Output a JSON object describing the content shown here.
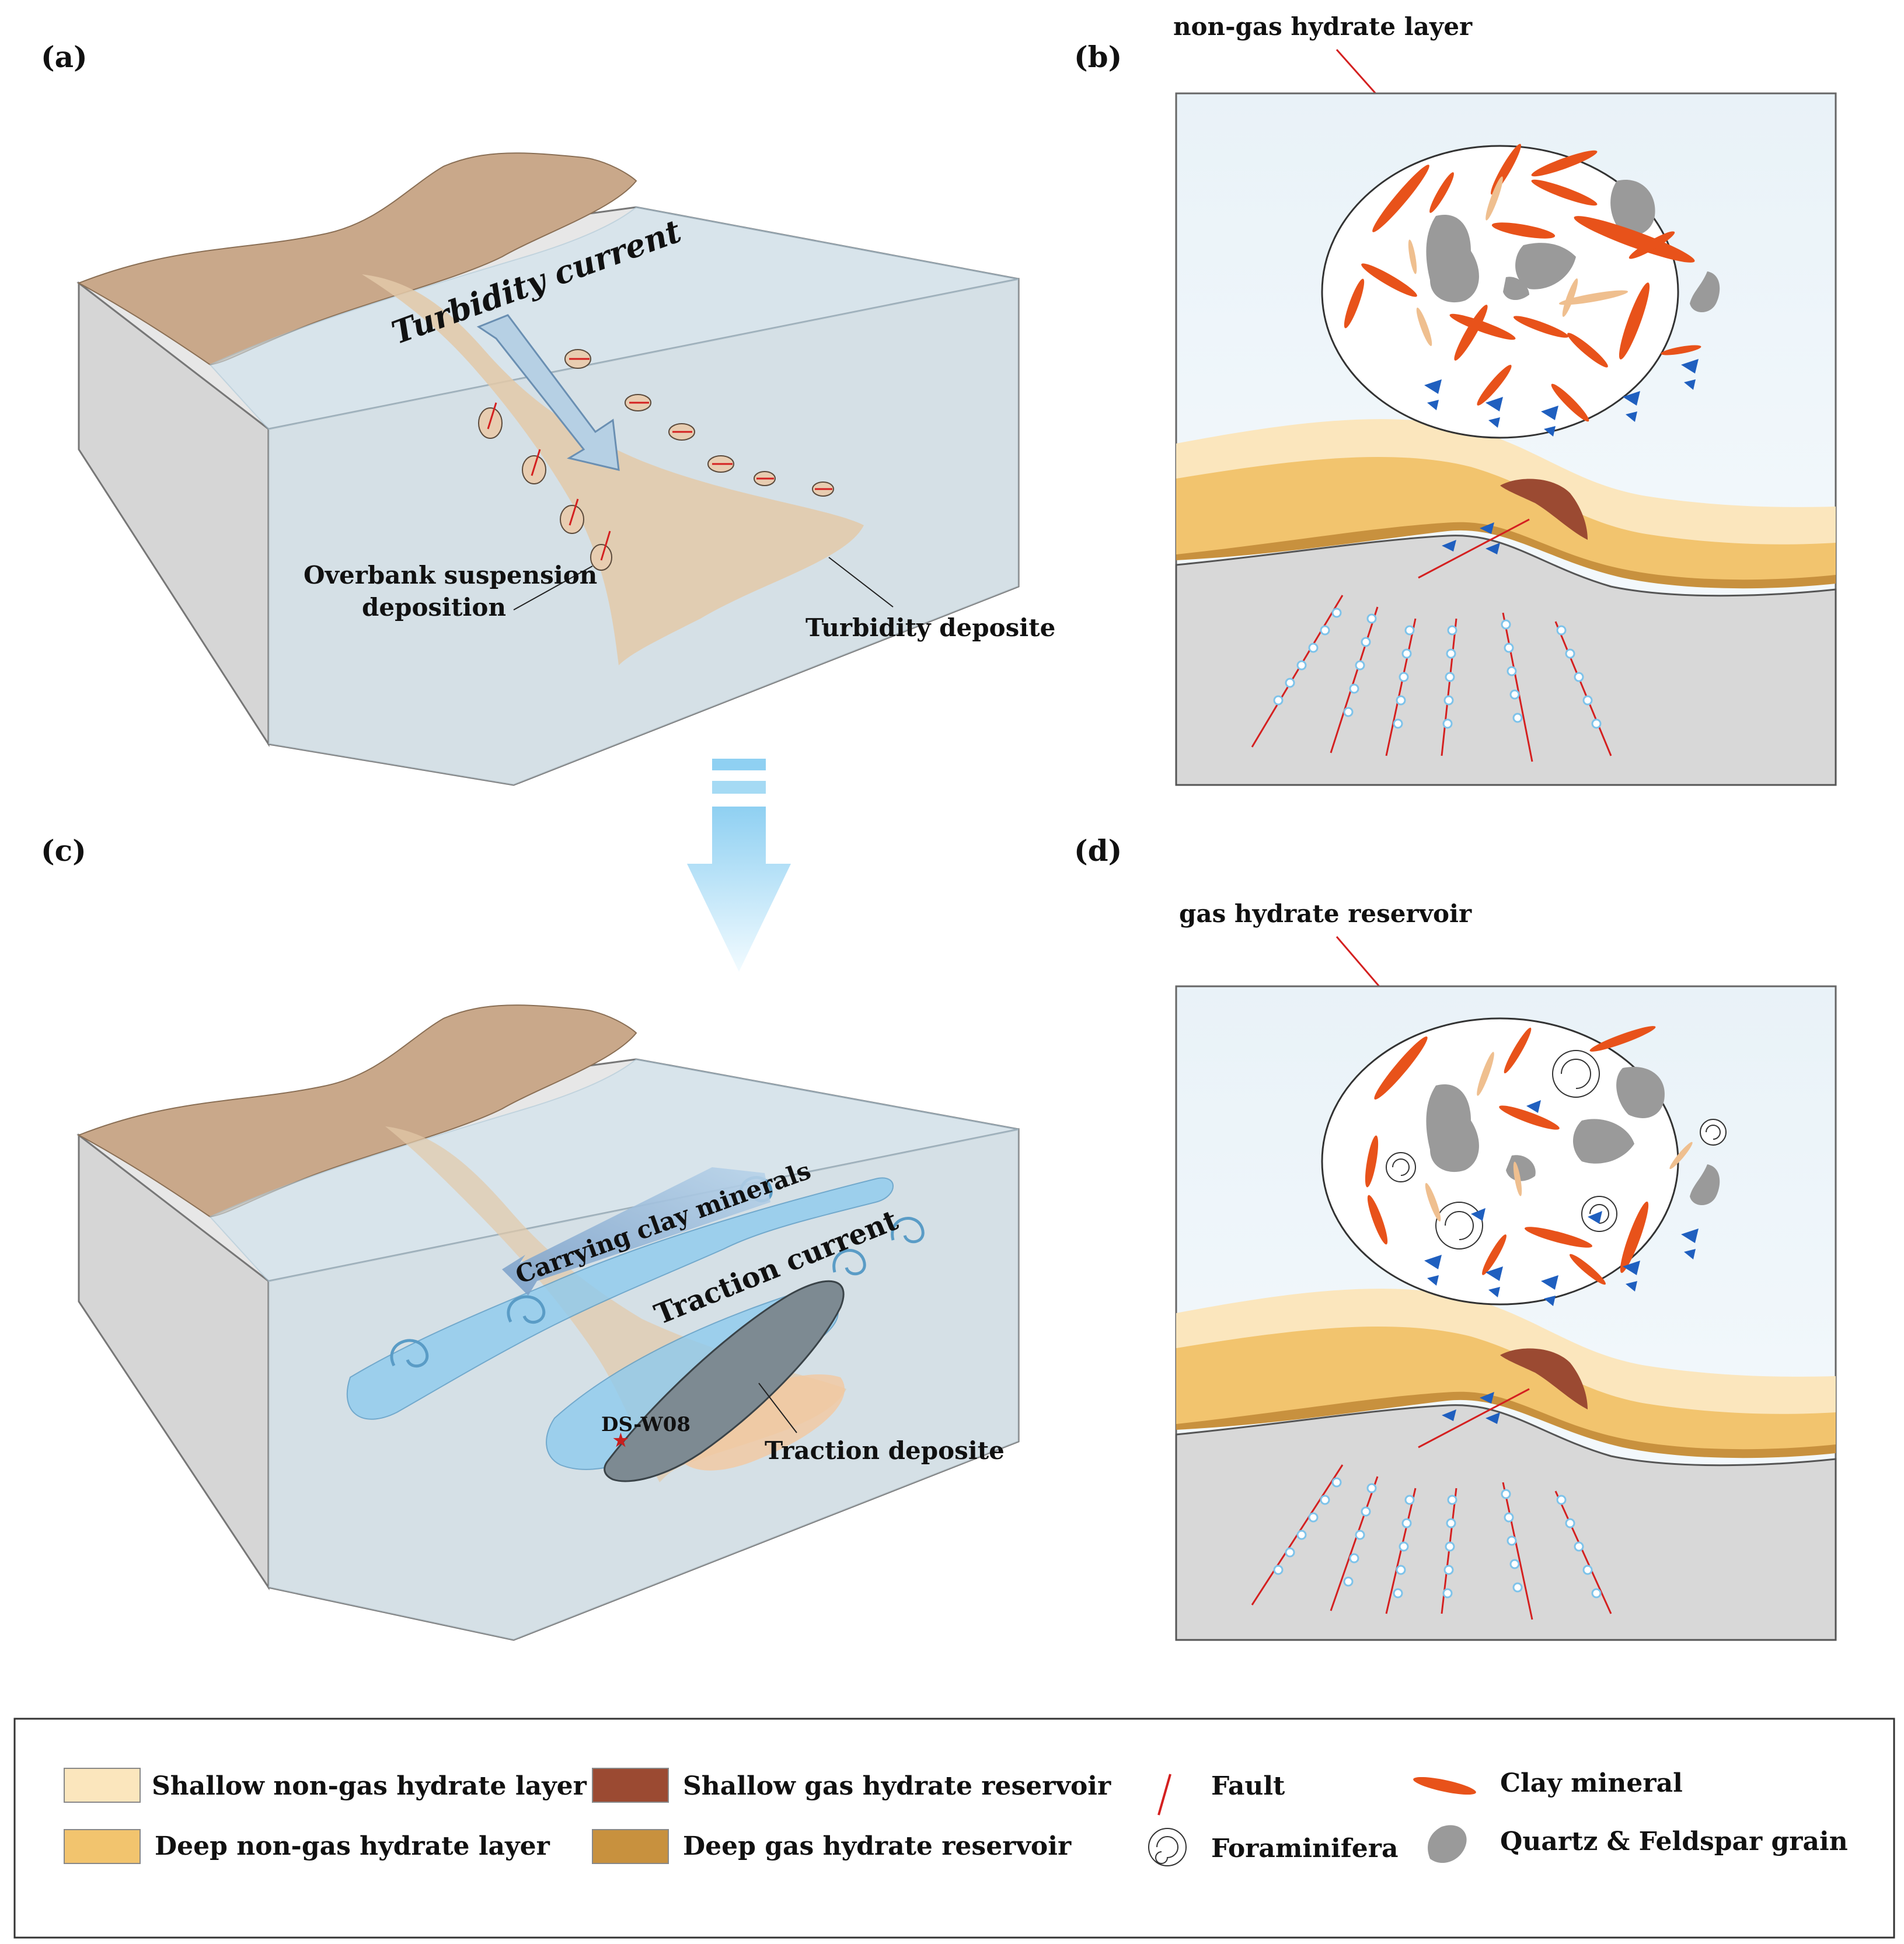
{
  "panels": {
    "a": {
      "label": "(a)",
      "turbidity_current": "Turbidity current",
      "overbank_line1": "Overbank suspension",
      "overbank_line2": "deposition",
      "turbidity_deposite": "Turbidity deposite"
    },
    "b": {
      "label": "(b)",
      "title": "non-gas hydrate layer"
    },
    "c": {
      "label": "(c)",
      "carrying_clay": "Carrying clay minerals",
      "traction_current": "Traction current",
      "site": "DS-W08",
      "traction_deposite": "Traction deposite"
    },
    "d": {
      "label": "(d)",
      "title": "gas hydrate reservoir"
    }
  },
  "legend": {
    "shallow_non": "Shallow non-gas hydrate layer",
    "deep_non": "Deep non-gas hydrate layer",
    "shallow_res": "Shallow gas hydrate reservoir",
    "deep_res": "Deep gas hydrate reservoir",
    "fault": "Fault",
    "foraminifera": "Foraminifera",
    "clay": "Clay mineral",
    "quartz": "Quartz & Feldspar grain"
  },
  "colors": {
    "shallow_non": "#fbe6bd",
    "deep_non": "#f2c46e",
    "shallow_res": "#9b4a32",
    "deep_res": "#c8913e",
    "fault": "#d42020",
    "clay": "#e8521a",
    "quartz": "#9a9a9a",
    "water": "#cfe3ef",
    "land": "#c9a88a"
  }
}
